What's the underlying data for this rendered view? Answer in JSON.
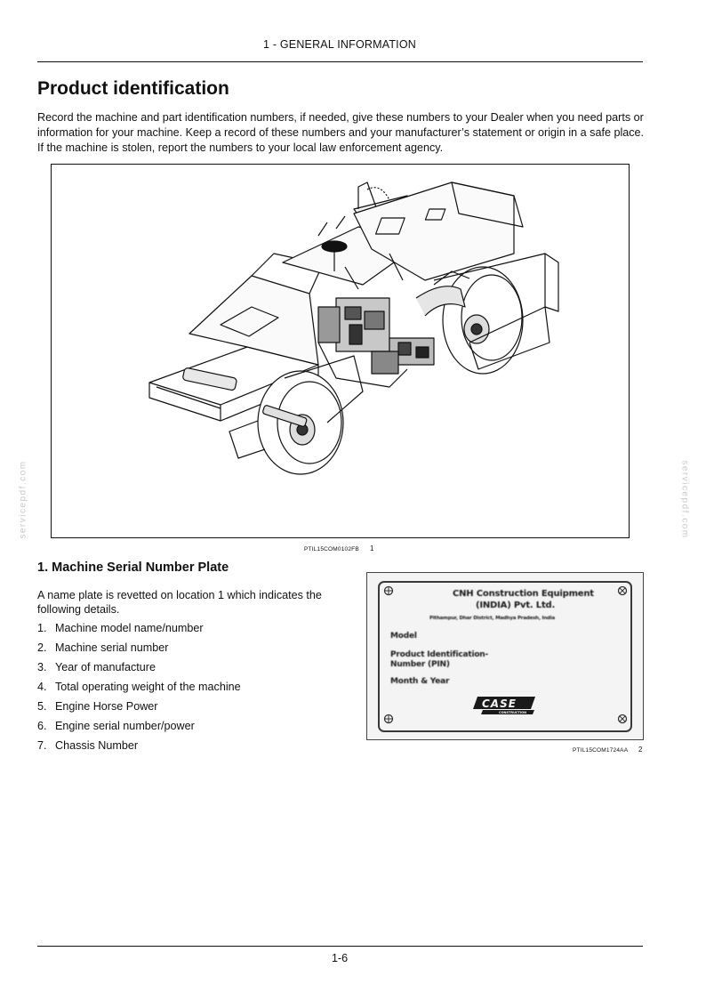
{
  "header": {
    "section": "1 - GENERAL INFORMATION"
  },
  "page": {
    "title": "Product identification",
    "intro": "Record the machine and part identification numbers, if needed, give these numbers to your Dealer when you need parts or information for your machine.  Keep a record of these numbers and your manufacturer’s statement or origin in a safe place.  If the machine is stolen, report the numbers to your local law enforcement agency."
  },
  "figure1": {
    "code": "PTIL15COM0102FB",
    "number": "1"
  },
  "section1": {
    "heading": "1.  Machine Serial Number Plate",
    "text": "A name plate is revetted on location 1 which indicates the following details.",
    "items": [
      {
        "num": "1.",
        "label": "Machine model name/number"
      },
      {
        "num": "2.",
        "label": "Machine serial number"
      },
      {
        "num": "3.",
        "label": "Year of manufacture"
      },
      {
        "num": "4.",
        "label": "Total operating weight of the machine"
      },
      {
        "num": "5.",
        "label": "Engine Horse Power"
      },
      {
        "num": "6.",
        "label": "Engine serial number/power"
      },
      {
        "num": "7.",
        "label": "Chassis Number"
      }
    ]
  },
  "figure2": {
    "code": "PTIL15COM1724AA",
    "number": "2",
    "plate": {
      "company": "CNH Construction Equipment",
      "company2": "(INDIA) Pvt. Ltd.",
      "address": "Pithampur, Dhar District, Madhya Pradesh, India",
      "model": "Model",
      "pin1": "Product Identification-",
      "pin2": "Number (PIN)",
      "date": "Month & Year",
      "logo": "CASE",
      "logo_sub": "CONSTRUCTION"
    }
  },
  "footer": {
    "page_number": "1-6"
  },
  "watermark": "servicepdf.com"
}
